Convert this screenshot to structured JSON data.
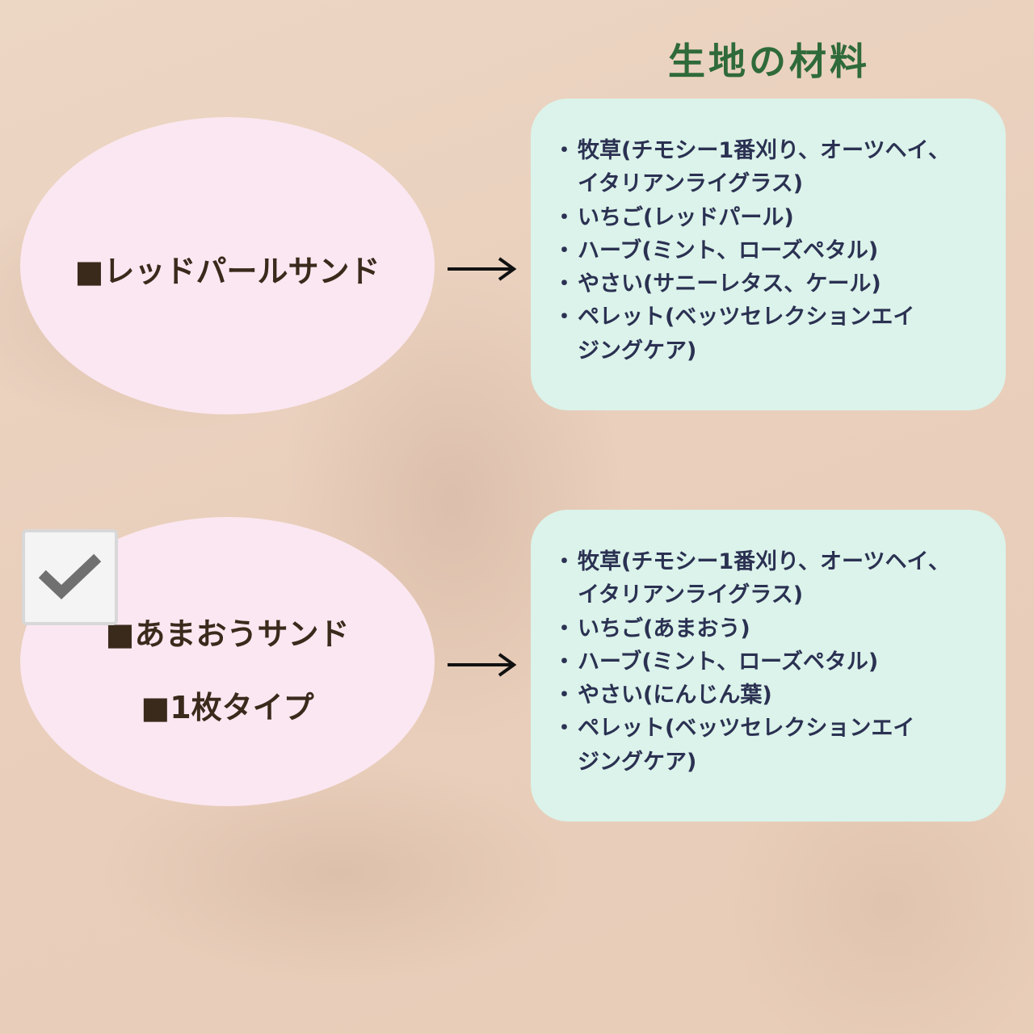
{
  "title": "生地の材料",
  "products": [
    {
      "labels": [
        "■レッドパールサンド"
      ],
      "ingredients": [
        "牧草(チモシー1番刈り、オーツヘイ、\nイタリアンライグラス)",
        "いちご(レッドパール)",
        "ハーブ(ミント、ローズペタル)",
        "やさい(サニーレタス、ケール)",
        "ペレット(ベッツセレクションエイ\nジングケア)"
      ]
    },
    {
      "labels": [
        "■あまおうサンド",
        "■1枚タイプ"
      ],
      "ingredients": [
        "牧草(チモシー1番刈り、オーツヘイ、\nイタリアンライグラス)",
        "いちご(あまおう)",
        "ハーブ(ミント、ローズペタル)",
        "やさい(にんじん葉)",
        "ペレット(ベッツセレクションエイ\nジングケア)"
      ]
    }
  ],
  "checkbox": {
    "checked": true
  },
  "colors": {
    "title": "#2f6a3a",
    "ellipse": "#fbe7f1",
    "box": "#dbf3ea",
    "text": "#2b3152"
  }
}
